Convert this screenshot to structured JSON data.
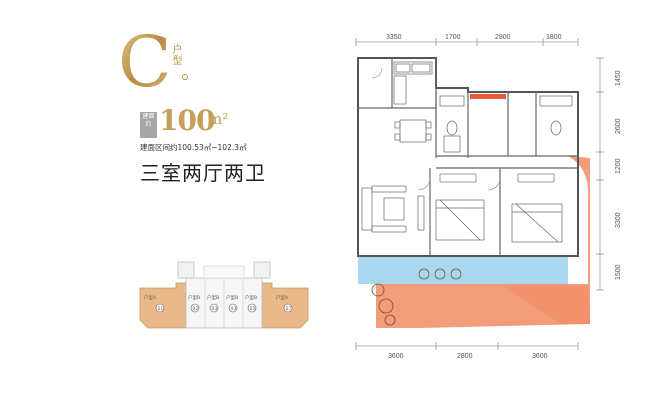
{
  "brochure": {
    "type_letter": "C",
    "type_label": "户型",
    "area_badge": "建面约",
    "area_value": "100",
    "area_unit": "m²",
    "area_range": "建面区间约100.53㎡~102.3㎡",
    "layout_title": "三室两厅两卫"
  },
  "dimensions": {
    "top": [
      "3350",
      "1700",
      "2800",
      "1800"
    ],
    "bottom": [
      "3600",
      "2800",
      "3600"
    ],
    "right": [
      "1450",
      "2600",
      "1200",
      "3300",
      "1500"
    ]
  },
  "key_plan": {
    "units": [
      {
        "type": "户型A",
        "num": "01"
      },
      {
        "type": "户型B",
        "num": "02"
      },
      {
        "type": "户型B",
        "num": "03"
      },
      {
        "type": "户型B",
        "num": "03"
      },
      {
        "type": "户型B",
        "num": "05"
      },
      {
        "type": "户型A",
        "num": "07"
      }
    ]
  },
  "colors": {
    "gold": "#c59f5c",
    "balcony_blue": "#a8d8ee",
    "terrace_orange": "#f2916a",
    "key_plan_tan": "#e8b98a",
    "wall": "#555555"
  }
}
